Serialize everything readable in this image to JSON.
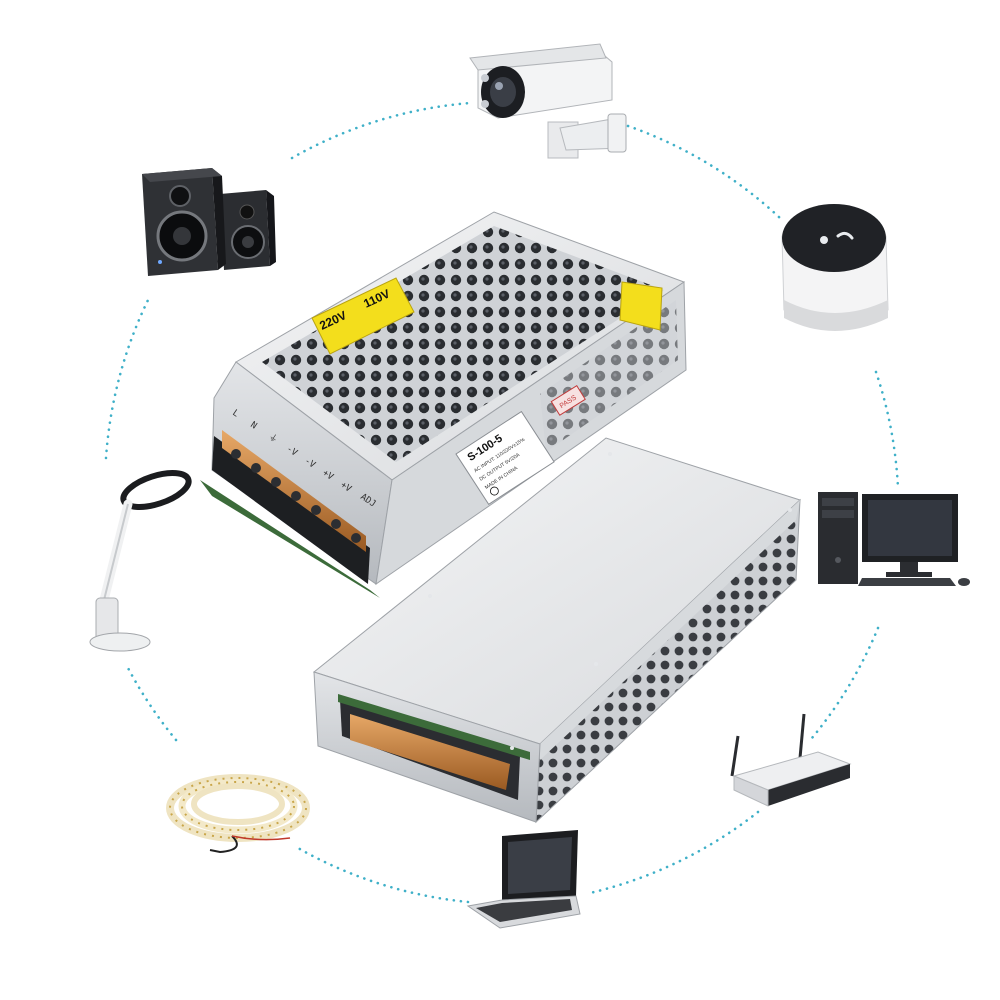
{
  "colors": {
    "dotted_ring": "#3fb0c8",
    "psu_silver": "#d4d6d9",
    "psu_shadow": "#a9adb3",
    "warning_yellow": "#f3de1c",
    "terminal_copper": "#c9803a",
    "pcb_green": "#3c6b3a"
  },
  "psu": {
    "model": "S-100-5",
    "input_spec": "AC INPUT: 110/220V±15%",
    "output_spec": "DC OUTPUT 5V/20A",
    "origin": "MADE IN CHINA",
    "pass_badge": "PASS",
    "warning_220": "220V",
    "warning_110": "110V",
    "terminal_labels": [
      "L",
      "N",
      "⏚",
      "-V",
      "-V",
      "+V",
      "+V",
      "ADJ"
    ]
  },
  "devices": [
    {
      "name": "security-camera",
      "icon": "camera-icon"
    },
    {
      "name": "smart-speaker",
      "icon": "smart-speaker-icon"
    },
    {
      "name": "desktop-computer",
      "icon": "computer-icon"
    },
    {
      "name": "wifi-router",
      "icon": "router-icon"
    },
    {
      "name": "laptop",
      "icon": "laptop-icon"
    },
    {
      "name": "led-strip",
      "icon": "led-strip-icon"
    },
    {
      "name": "desk-lamp",
      "icon": "lamp-icon"
    },
    {
      "name": "speakers",
      "icon": "speakers-icon"
    }
  ]
}
